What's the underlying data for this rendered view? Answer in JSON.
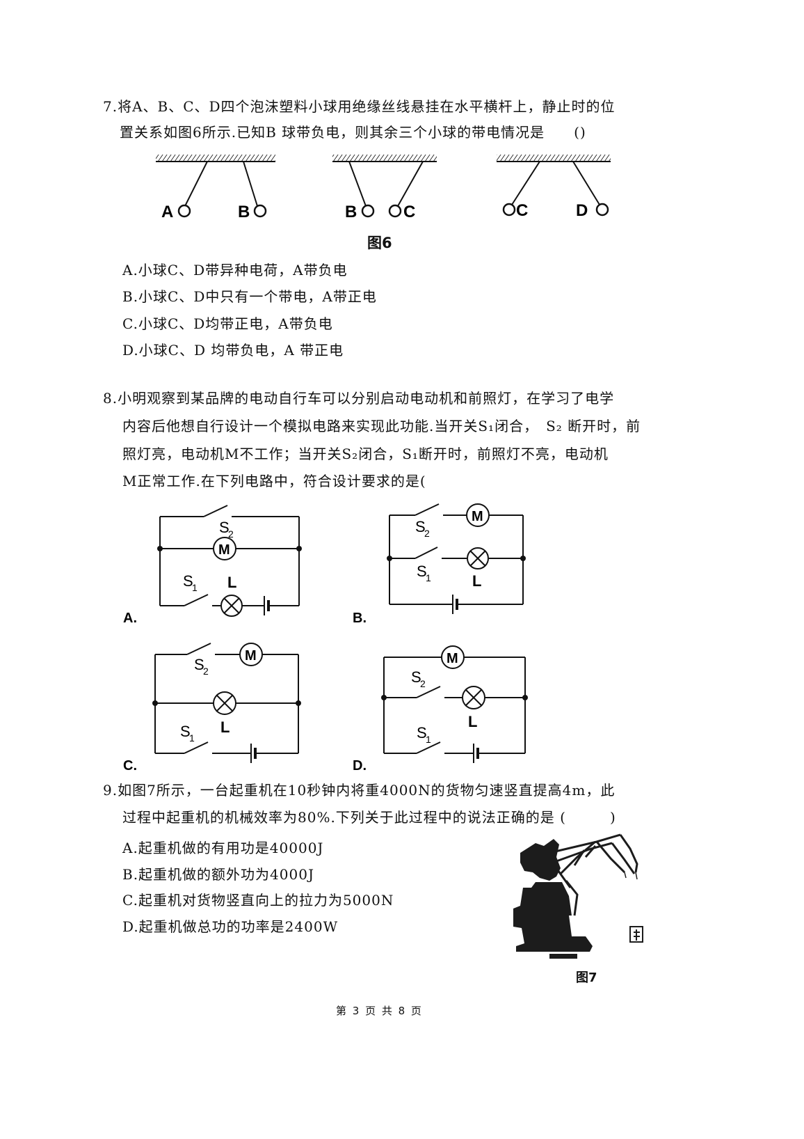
{
  "q7": {
    "line1": "7.将A、B、C、D四个泡沫塑料小球用绝缘丝线悬挂在水平横杆上，静止时的位",
    "line2": "置关系如图6所示.已知B 球带负电，则其余三个小球的带电情况是　　()",
    "figure_caption": "图6",
    "ball_labels": [
      "A",
      "B",
      "B",
      "C",
      "C",
      "D"
    ],
    "options": [
      "A.小球C、D带异种电荷，A带负电",
      "B.小球C、D中只有一个带电，A带正电",
      "C.小球C、D均带正电，A带负电",
      "D.小球C、D 均带负电，A 带正电"
    ]
  },
  "q8": {
    "line1": "8.小明观察到某品牌的电动自行车可以分别启动电动机和前照灯，在学习了电学",
    "line2": "内容后他想自行设计一个模拟电路来实现此功能.当开关S₁闭合，　S₂ 断开时，前",
    "line3": "照灯亮，电动机M不工作；当开关S₂闭合，S₁断开时，前照灯不亮，电动机",
    "line4": "M正常工作.在下列电路中，符合设计要求的是(",
    "circuit_labels": [
      "A.",
      "B.",
      "C.",
      "D."
    ],
    "motor_symbol": "M",
    "lamp_label": "L",
    "switch_s1": "S",
    "switch_s2": "S",
    "sub1": "1",
    "sub2": "2"
  },
  "q9": {
    "line1": "9.如图7所示，一台起重机在10秒钟内将重4000N的货物匀速竖直提高4m，此",
    "line2": "过程中起重机的机械效率为80%.下列关于此过程中的说法正确的是 (　　　)",
    "options": [
      "A.起重机做的有用功是40000J",
      "B.起重机做的额外功为4000J",
      "C.起重机对货物竖直向上的拉力为5000N",
      "D.起重机做总功的功率是2400W"
    ],
    "figure_caption": "图7"
  },
  "footer": "第 3 页 共 8 页"
}
